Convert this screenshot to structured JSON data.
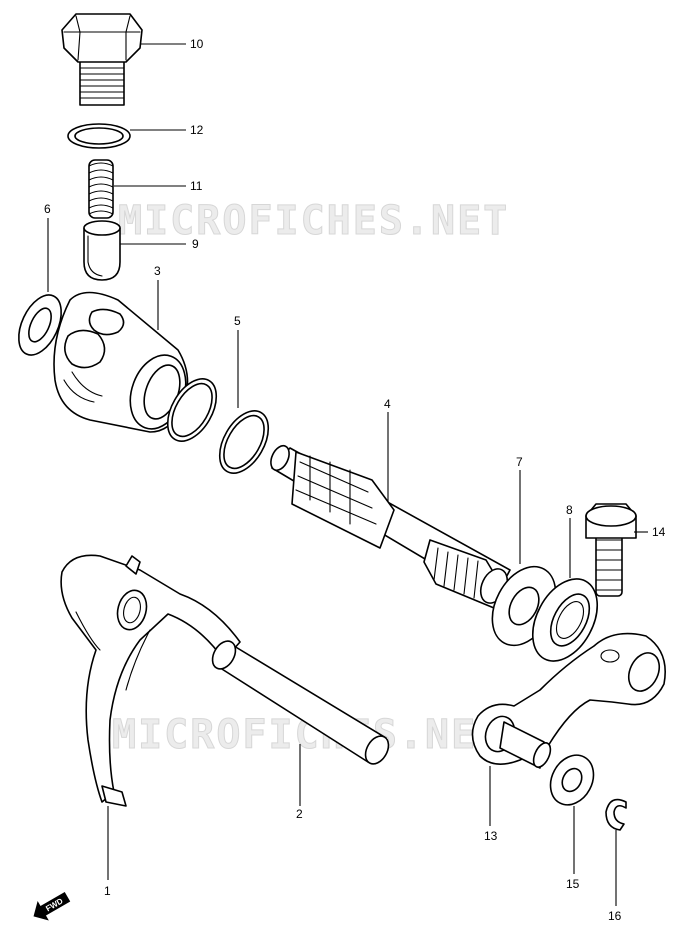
{
  "watermark": "MICROFICHES.NET",
  "fwd_label": "FWD",
  "callouts": {
    "c1": "1",
    "c2": "2",
    "c3": "3",
    "c4": "4",
    "c5": "5",
    "c6": "6",
    "c7": "7",
    "c8": "8",
    "c9": "9",
    "c10": "10",
    "c11": "11",
    "c12": "12",
    "c13": "13",
    "c14": "14",
    "c15": "15",
    "c16": "16"
  },
  "colors": {
    "line": "#000000",
    "background": "#ffffff",
    "watermark": "#d7d7d7"
  }
}
